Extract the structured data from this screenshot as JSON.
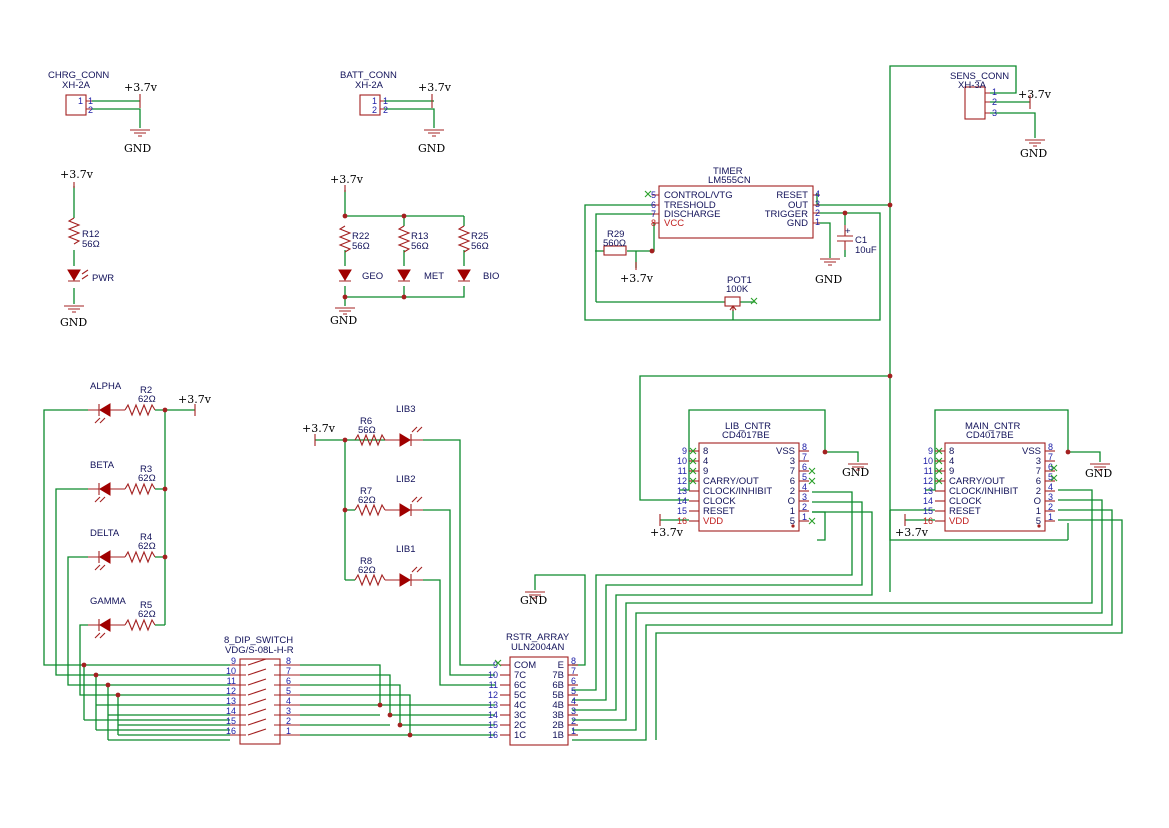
{
  "power": {
    "vcc": "+3.7v",
    "gnd": "GND"
  },
  "connectors": {
    "chrg": {
      "ref": "CHRG_CONN",
      "value": "XH-2A",
      "pins": [
        "1",
        "2"
      ]
    },
    "batt": {
      "ref": "BATT_CONN",
      "value": "XH-2A",
      "pins": [
        "1",
        "2"
      ]
    },
    "sens": {
      "ref": "SENS_CONN",
      "value": "XH-3A",
      "pins": [
        "1",
        "2",
        "3"
      ]
    }
  },
  "indicator_leds": {
    "r12": {
      "ref": "R12",
      "value": "56Ω",
      "led": "PWR"
    },
    "r22": {
      "ref": "R22",
      "value": "56Ω",
      "led": "GEO"
    },
    "r13": {
      "ref": "R13",
      "value": "56Ω",
      "led": "MET"
    },
    "r25": {
      "ref": "R25",
      "value": "56Ω",
      "led": "BIO"
    }
  },
  "timer": {
    "ref": "TIMER",
    "value": "LM555CN",
    "left_pins": [
      {
        "num": "5",
        "name": "CONTROL/VTG"
      },
      {
        "num": "6",
        "name": "TRESHOLD"
      },
      {
        "num": "7",
        "name": "DISCHARGE"
      },
      {
        "num": "8",
        "name": "VCC"
      }
    ],
    "right_pins": [
      {
        "num": "4",
        "name": "RESET"
      },
      {
        "num": "3",
        "name": "OUT"
      },
      {
        "num": "2",
        "name": "TRIGGER"
      },
      {
        "num": "1",
        "name": "GND"
      }
    ]
  },
  "timer_parts": {
    "r29": {
      "ref": "R29",
      "value": "560Ω"
    },
    "c1": {
      "ref": "C1",
      "value": "10uF",
      "polarity": "+"
    },
    "pot1": {
      "ref": "POT1",
      "value": "100K"
    }
  },
  "greek_leds": [
    {
      "led": "ALPHA",
      "ref": "R2",
      "value": "62Ω"
    },
    {
      "led": "BETA",
      "ref": "R3",
      "value": "62Ω"
    },
    {
      "led": "DELTA",
      "ref": "R4",
      "value": "62Ω"
    },
    {
      "led": "GAMMA",
      "ref": "R5",
      "value": "62Ω"
    }
  ],
  "lib_leds": [
    {
      "led": "LIB3",
      "ref": "R6",
      "value": "56Ω"
    },
    {
      "led": "LIB2",
      "ref": "R7",
      "value": "62Ω"
    },
    {
      "led": "LIB1",
      "ref": "R8",
      "value": "62Ω"
    }
  ],
  "lib_cntr": {
    "ref": "LIB_CNTR",
    "value": "CD4017BE",
    "left_pins": [
      {
        "num": "9",
        "name": "8"
      },
      {
        "num": "10",
        "name": "4"
      },
      {
        "num": "11",
        "name": "9"
      },
      {
        "num": "12",
        "name": "CARRY/OUT"
      },
      {
        "num": "13",
        "name": "CLOCK/INHIBIT"
      },
      {
        "num": "14",
        "name": "CLOCK"
      },
      {
        "num": "15",
        "name": "RESET"
      },
      {
        "num": "16",
        "name": "VDD"
      }
    ],
    "right_pins": [
      {
        "num": "8",
        "name": "VSS"
      },
      {
        "num": "7",
        "name": "3"
      },
      {
        "num": "6",
        "name": "7"
      },
      {
        "num": "5",
        "name": "6"
      },
      {
        "num": "4",
        "name": "2"
      },
      {
        "num": "3",
        "name": "O"
      },
      {
        "num": "2",
        "name": "1"
      },
      {
        "num": "1",
        "name": "5"
      }
    ]
  },
  "main_cntr": {
    "ref": "MAIN_CNTR",
    "value": "CD4017BE",
    "left_pins": [
      {
        "num": "9",
        "name": "8"
      },
      {
        "num": "10",
        "name": "4"
      },
      {
        "num": "11",
        "name": "9"
      },
      {
        "num": "12",
        "name": "CARRY/OUT"
      },
      {
        "num": "13",
        "name": "CLOCK/INHIBIT"
      },
      {
        "num": "14",
        "name": "CLOCK"
      },
      {
        "num": "15",
        "name": "RESET"
      },
      {
        "num": "16",
        "name": "VDD"
      }
    ],
    "right_pins": [
      {
        "num": "8",
        "name": "VSS"
      },
      {
        "num": "7",
        "name": "3"
      },
      {
        "num": "6",
        "name": "7"
      },
      {
        "num": "5",
        "name": "6"
      },
      {
        "num": "4",
        "name": "2"
      },
      {
        "num": "3",
        "name": "O"
      },
      {
        "num": "2",
        "name": "1"
      },
      {
        "num": "1",
        "name": "5"
      }
    ]
  },
  "dip_switch": {
    "ref": "8_DIP_SWITCH",
    "value": "VDG/S-08L-H-R",
    "left_pins": [
      "9",
      "10",
      "11",
      "12",
      "13",
      "14",
      "15",
      "16"
    ],
    "right_pins": [
      "8",
      "7",
      "6",
      "5",
      "4",
      "3",
      "2",
      "1"
    ]
  },
  "rstr_array": {
    "ref": "RSTR_ARRAY",
    "value": "ULN2004AN",
    "left_pins": [
      {
        "num": "9",
        "name": "COM"
      },
      {
        "num": "10",
        "name": "7C"
      },
      {
        "num": "11",
        "name": "6C"
      },
      {
        "num": "12",
        "name": "5C"
      },
      {
        "num": "13",
        "name": "4C"
      },
      {
        "num": "14",
        "name": "3C"
      },
      {
        "num": "15",
        "name": "2C"
      },
      {
        "num": "16",
        "name": "1C"
      }
    ],
    "right_pins": [
      {
        "num": "8",
        "name": "E"
      },
      {
        "num": "7",
        "name": "7B"
      },
      {
        "num": "6",
        "name": "6B"
      },
      {
        "num": "5",
        "name": "5B"
      },
      {
        "num": "4",
        "name": "4B"
      },
      {
        "num": "3",
        "name": "3B"
      },
      {
        "num": "2",
        "name": "2B"
      },
      {
        "num": "1",
        "name": "1B"
      }
    ]
  }
}
